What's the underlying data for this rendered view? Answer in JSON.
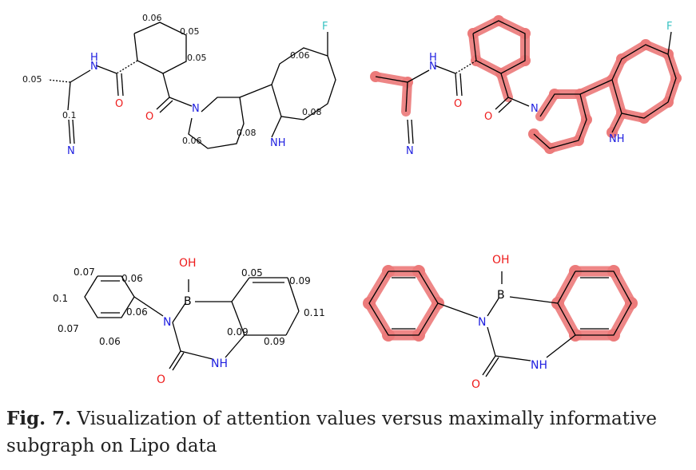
{
  "caption": {
    "label": "Fig. 7.",
    "text": " Visualization of attention values versus maximally informative subgraph on Lipo data"
  },
  "colors": {
    "bond": "#000000",
    "nitrogen": "#1f1fe0",
    "oxygen": "#ee1c1c",
    "fluorine": "#36c2c2",
    "highlight": "#ec7a7a",
    "attention_label": "#111111"
  },
  "molecule_top": {
    "atoms": {
      "nh": "NH",
      "n": "N",
      "o": "O",
      "f": "F",
      "h": "H"
    },
    "attention_values": {
      "a1": "0.06",
      "a2": "0.05",
      "a3": "0.05",
      "a4": "0.05",
      "a5": "0.1",
      "a6": "0.06",
      "a7": "0.06",
      "a8": "0.08",
      "a9": "0.08"
    }
  },
  "molecule_bottom": {
    "atoms": {
      "oh": "OH",
      "b": "B",
      "n": "N",
      "nh": "NH",
      "o": "O"
    },
    "attention_values": {
      "a1": "0.07",
      "a2": "0.06",
      "a3": "0.1",
      "a4": "0.06",
      "a5": "0.07",
      "a6": "0.06",
      "a7": "0.05",
      "a8": "0.09",
      "a9": "0.11",
      "a10": "0.09",
      "a11": "0.09"
    }
  }
}
